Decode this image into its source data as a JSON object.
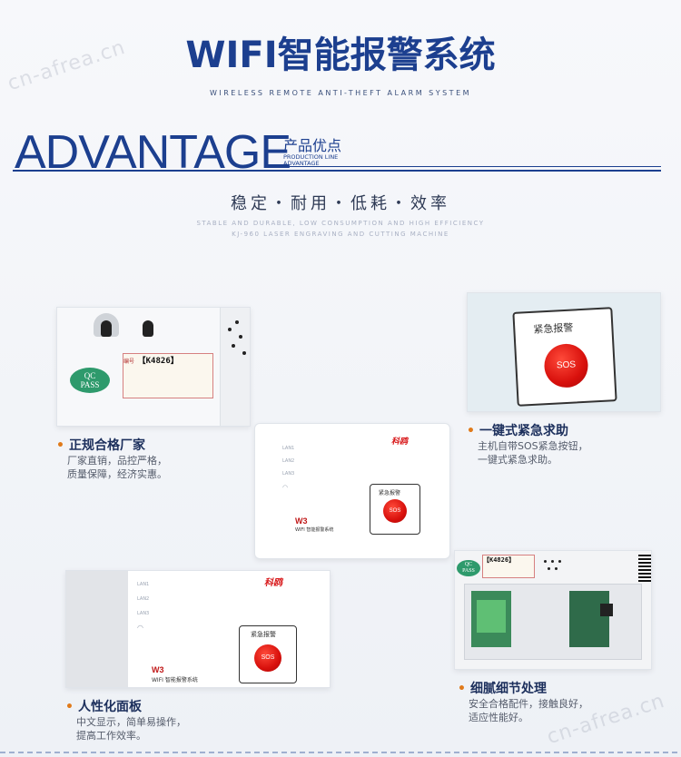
{
  "header": {
    "title": "WIFI智能报警系统",
    "subtitle": "WIRELESS REMOTE ANTI-THEFT ALARM SYSTEM",
    "watermark": "cn-afrea.cn"
  },
  "advantage": {
    "word": "ADVANTAGE",
    "cn": "产品优点",
    "en_line1": "PRODUCTION LINE",
    "en_line2": "ADVANTAGE"
  },
  "features": {
    "cn": "稳定・耐用・低耗・效率",
    "en_line1": "STABLE AND DURABLE, LOW CONSUMPTION AND HIGH EFFICIENCY",
    "en_line2": "KJ-960 LASER ENGRAVING AND CUTTING MACHINE"
  },
  "sections": {
    "factory": {
      "title": "正规合格厂家",
      "line1": "厂家直销，品控严格，",
      "line2": "质量保障，经济实惠。"
    },
    "sos": {
      "title": "一键式紧急求助",
      "line1": "主机自带SOS紧急按钮，",
      "line2": "一键式紧急求助。"
    },
    "panel": {
      "title": "人性化面板",
      "line1": "中文显示，简单易操作，",
      "line2": "提高工作效率。"
    },
    "detail": {
      "title": "细腻细节处理",
      "line1": "安全合格配件，接触良好，",
      "line2": "适应性能好。"
    }
  },
  "device": {
    "sos_label": "紧急报警",
    "sos_button": "SOS",
    "brand": "科鸥",
    "model": "W3",
    "model_sub": "WIFI 智能报警系统",
    "lan1": "LAN1",
    "lan2": "LAN2",
    "lan3": "LAN3",
    "sticker_code": "【K4826】",
    "sticker_no": "编号",
    "qc_line1": "QC",
    "qc_line2": "PASS"
  },
  "colors": {
    "brand_blue": "#1c3f8f",
    "accent_orange": "#e07a1a",
    "sos_red": "#d8100c"
  }
}
